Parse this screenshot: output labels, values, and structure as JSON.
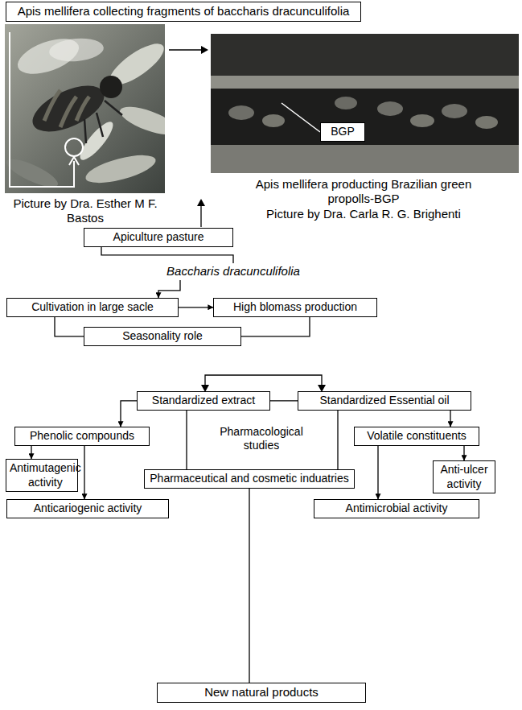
{
  "diagram": {
    "nodes": [
      {
        "text": [
          "Apis mellifera collecting fragments of baccharis dracunculifolia"
        ]
      },
      {
        "text": [
          "BGP"
        ]
      },
      {
        "text": [
          "Apiculture pasture"
        ]
      },
      {
        "text": [
          "Baccharis dracunculifolia"
        ]
      },
      {
        "text": [
          "Cultivation in large sacle"
        ]
      },
      {
        "text": [
          "High blomass production"
        ]
      },
      {
        "text": [
          "Seasonality role"
        ]
      },
      {
        "text": [
          "Standardized extract"
        ]
      },
      {
        "text": [
          "Standardized Essential oil"
        ]
      },
      {
        "text": [
          "Phenolic compounds"
        ]
      },
      {
        "text": [
          "Volatile constituents"
        ]
      },
      {
        "text": [
          "Pharmaceutical and cosmetic induatries"
        ]
      },
      {
        "text": [
          "Antimutagenic activity"
        ]
      },
      {
        "text": [
          "Anticariogenic activity"
        ]
      },
      {
        "text": [
          "Anti-ulcer activity"
        ]
      },
      {
        "text": [
          "Antimicrobial activity"
        ]
      },
      {
        "text": [
          "New natural products"
        ]
      }
    ],
    "edges": [
      {
        "from": 2,
        "to": 3,
        "arrow": "none"
      },
      {
        "from": 3,
        "to": 4,
        "arrow": "to"
      },
      {
        "from": 4,
        "to": 5,
        "arrow": "to"
      },
      {
        "from": 4,
        "to": 6,
        "arrow": "none"
      },
      {
        "from": 5,
        "to": 6,
        "arrow": "none"
      },
      {
        "from": 7,
        "to": 8,
        "arrow": "none"
      },
      {
        "from": 7,
        "to": 9,
        "arrow": "to"
      },
      {
        "from": 8,
        "to": 10,
        "arrow": "to"
      },
      {
        "from": 7,
        "to": 11,
        "arrow": "none"
      },
      {
        "from": 8,
        "to": 11,
        "arrow": "none"
      },
      {
        "from": 9,
        "to": 12,
        "arrow": "to"
      },
      {
        "from": 9,
        "to": 13,
        "arrow": "to"
      },
      {
        "from": 10,
        "to": 14,
        "arrow": "to"
      },
      {
        "from": 10,
        "to": 15,
        "arrow": "to"
      },
      {
        "from": 11,
        "to": 16,
        "arrow": "none"
      }
    ],
    "labels": [
      "Picture by Dra. Esther M F. Bastos",
      "Apis mellifera producting Brazilian green propolls-BGP",
      "Picture by Dra. Carla R. G. Brighenti",
      "Pharmacological studies"
    ]
  }
}
